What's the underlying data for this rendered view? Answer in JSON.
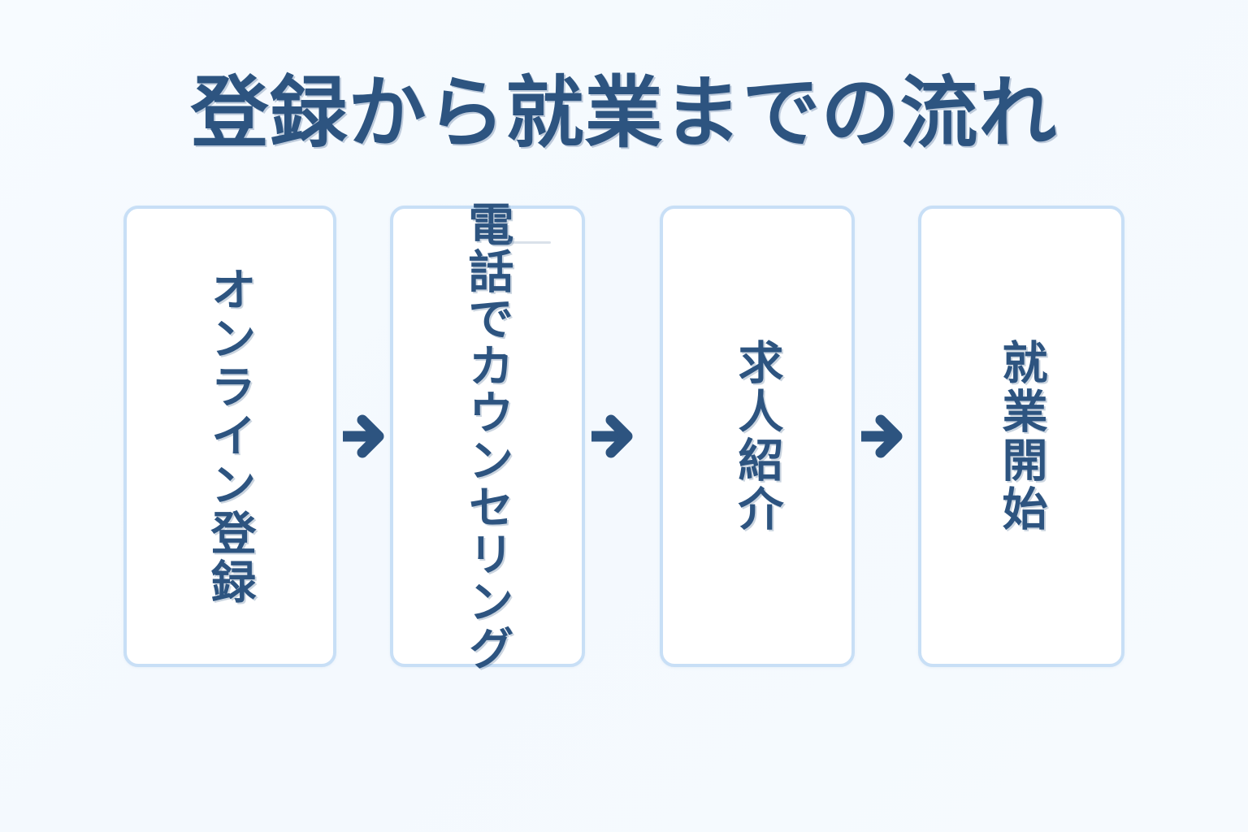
{
  "title": "登録から就業までの流れ",
  "colors": {
    "text_navy": "#2d5480",
    "card_border": "#c8dff6",
    "card_fill": "#ffffff",
    "background": "#f7fbff",
    "arrow": "#2d5480"
  },
  "steps": [
    {
      "index": "1",
      "label": "オンライン登録"
    },
    {
      "index": "2",
      "label": "電話でカウンセリング"
    },
    {
      "index": "3",
      "label": "求人紹介"
    },
    {
      "index": "4",
      "label": "就業開始"
    }
  ],
  "connectors": [
    {
      "icon": "arrow-right-icon",
      "from": "1",
      "to": "2"
    },
    {
      "icon": "arrow-right-icon",
      "from": "2",
      "to": "3"
    },
    {
      "icon": "arrow-right-icon",
      "from": "3",
      "to": "4"
    }
  ]
}
